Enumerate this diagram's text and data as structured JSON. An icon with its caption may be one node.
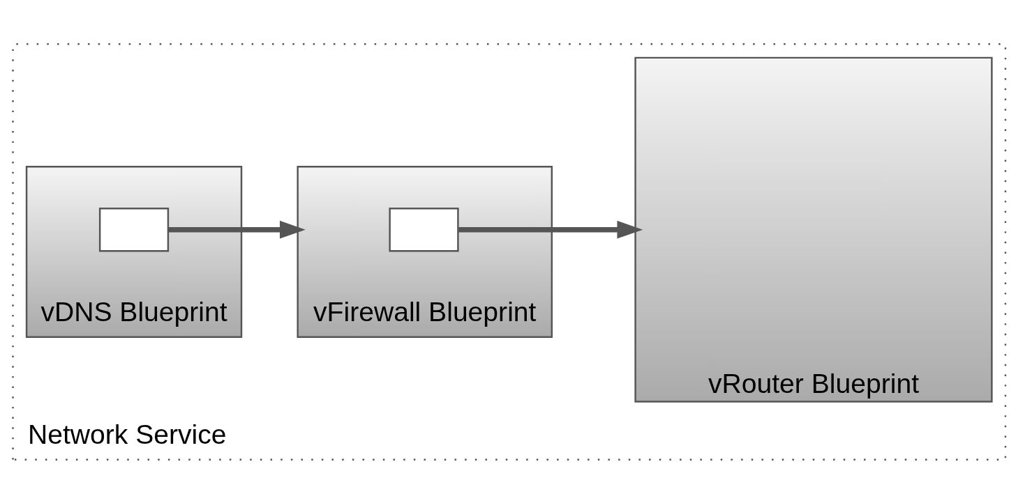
{
  "diagram": {
    "nodes": [
      {
        "text": [
          "Network Service"
        ]
      },
      {
        "text": [
          "vDNS Blueprint"
        ],
        "in": 0
      },
      {
        "text": [],
        "shape": "box",
        "in": 1
      },
      {
        "text": [
          "vFirewall Blueprint"
        ],
        "in": 0
      },
      {
        "text": [],
        "shape": "box",
        "in": 3
      },
      {
        "text": [
          "vRouter Blueprint"
        ],
        "in": 0
      }
    ],
    "edges": [
      {
        "from": 2,
        "to": 3,
        "arrow": "to"
      },
      {
        "from": 4,
        "to": 5,
        "arrow": "to"
      }
    ]
  }
}
